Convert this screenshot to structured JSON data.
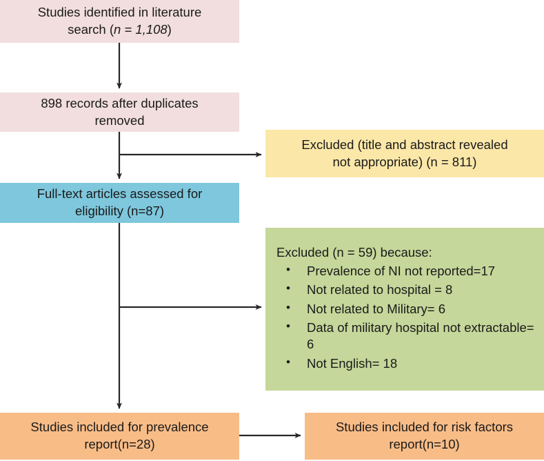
{
  "diagram": {
    "title": "PRISMA study selection flow diagram",
    "colors": {
      "identification_fill": "#f2dede",
      "screening_fill": "#fbe7a8",
      "eligibility_fill": "#7ec7dd",
      "excluded_fill": "#c5d79a",
      "included_fill": "#f8bc87",
      "connector_stroke": "#262626",
      "text": "#1a1a1a"
    },
    "boxes": {
      "identified": {
        "line1": "Studies identified in literature",
        "line2_prefix": "search (",
        "line2_italic": "n = 1,108",
        "line2_suffix": ")"
      },
      "duplicates": {
        "line1": "898 records after duplicates",
        "line2": "removed"
      },
      "excluded_title_abstract": {
        "line1": "Excluded (title and abstract revealed",
        "line2": "not appropriate) (n = 811)"
      },
      "fulltext": {
        "line1": "Full-text articles assessed for",
        "line2": "eligibility (n=87)"
      },
      "excluded_fulltext": {
        "heading": "Excluded (n = 59) because:",
        "bullet_glyph": "•",
        "items": [
          "Prevalence of NI not reported=17",
          "Not related to hospital = 8",
          "Not related to Military= 6",
          "Data  of military hospital not extractable= 6",
          "Not English=  18"
        ]
      },
      "prevalence": {
        "line1": "Studies included for prevalence",
        "line2": "report(n=28)"
      },
      "risk_factors": {
        "line1": "Studies included for risk factors",
        "line2": "report(n=10)"
      }
    },
    "connectors": [
      {
        "name": "identified-to-duplicates",
        "from": "identified",
        "to": "duplicates",
        "direction": "down"
      },
      {
        "name": "duplicates-to-fulltext",
        "from": "duplicates",
        "to": "fulltext",
        "direction": "down"
      },
      {
        "name": "duplicates-to-excluded-title-abstract",
        "from": "duplicates",
        "to": "excluded_title_abstract",
        "direction": "right"
      },
      {
        "name": "fulltext-to-prevalence",
        "from": "fulltext",
        "to": "prevalence",
        "direction": "down"
      },
      {
        "name": "fulltext-to-excluded-fulltext",
        "from": "fulltext",
        "to": "excluded_fulltext",
        "direction": "right"
      },
      {
        "name": "prevalence-to-risk-factors",
        "from": "prevalence",
        "to": "risk_factors",
        "direction": "right"
      }
    ]
  }
}
